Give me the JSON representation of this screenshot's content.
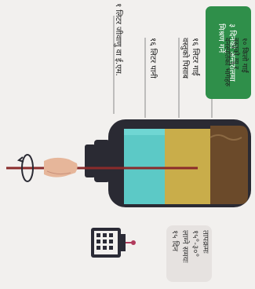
{
  "instruction_box": {
    "line1": "३ दिनको अन्तरालमा",
    "line2": "मिश्रण गर्ने"
  },
  "layers": [
    {
      "line1": "१ लिटर जीवाणु वा ई.एम."
    },
    {
      "line1": "१६ लिटर पानी"
    },
    {
      "line1": "१६ लिटर गाईं",
      "line2": "वस्तुको पिसाब"
    },
    {
      "line1": "१० किलो गाईं",
      "line2": "वस्तुको ग्यू र",
      "line3": "वनस्पतिको भागहरु"
    }
  ],
  "info": {
    "time_label": "लाग्ने समयः",
    "time_value": "१५ दिन",
    "temp_label": "तापक्रमः",
    "temp_value": "१५°-३०°"
  },
  "colors": {
    "green_box": "#2f8f4a",
    "bottle_dark": "#2a2a33",
    "water": "#5cc9c6",
    "urine": "#c9ad4a",
    "dung": "#6b4a2a",
    "calendar": "#2b2b36",
    "pin": "#b13b5c"
  },
  "icons": [
    "calendar-icon",
    "stirring-hand-icon",
    "rotation-arrow-icon"
  ]
}
